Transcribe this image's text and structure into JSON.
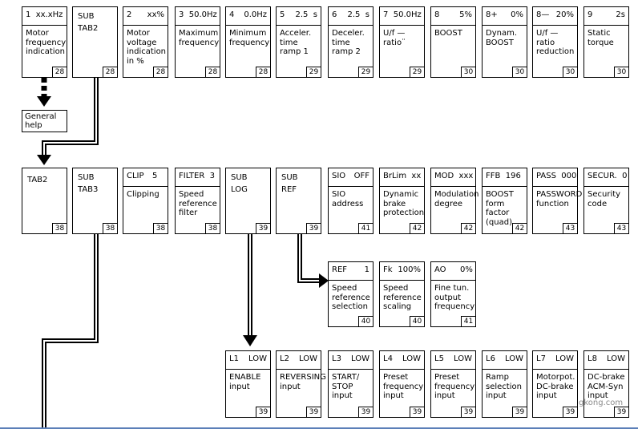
{
  "row1": [
    {
      "id": "motor-frequency-indication",
      "hdr_left": "1  xx.xHz",
      "hdr_right": "",
      "body": "Motor\nfrequency\nindication",
      "page": "28"
    },
    {
      "id": "sub-tab2",
      "type": "sub",
      "line1": "SUB",
      "line2": "TAB2",
      "page": "28"
    },
    {
      "id": "motor-voltage-indication",
      "hdr_left": "2",
      "hdr_right": "xx%",
      "body": "Motor\nvoltage\nindication\nin  %",
      "page": "28"
    },
    {
      "id": "maximum-frequency",
      "hdr_left": "3  50.0Hz",
      "hdr_right": "",
      "body": "Maximum\nfrequency",
      "page": "28"
    },
    {
      "id": "minimum-frequency",
      "hdr_left": "4",
      "hdr_right": "0.0Hz",
      "body": "Minimum\nfrequency",
      "page": "28"
    },
    {
      "id": "acceleration-time-ramp-1",
      "hdr_left": "5",
      "hdr_right": "2.5  s",
      "body": "Acceler.\ntime\nramp  1",
      "page": "29"
    },
    {
      "id": "deceleration-time-ramp-2",
      "hdr_left": "6",
      "hdr_right": "2.5  s",
      "body": "Deceler.\ntime\nramp  2",
      "page": "29"
    },
    {
      "id": "uf-ratio",
      "hdr_left": "7  50.0Hz",
      "hdr_right": "",
      "body": "U/f  —\nratio¨",
      "page": "29"
    },
    {
      "id": "boost",
      "hdr_left": "8",
      "hdr_right": "5%",
      "body": "BOOST",
      "page": "30"
    },
    {
      "id": "dynamic-boost",
      "hdr_left": "8+",
      "hdr_right": "0%",
      "body": "Dynam.\nBOOST",
      "page": "30"
    },
    {
      "id": "uf-ratio-reduction",
      "hdr_left": "8—",
      "hdr_right": "20%",
      "body": "U/f  —\nratio\nreduction",
      "page": "30"
    },
    {
      "id": "static-torque",
      "hdr_left": "9",
      "hdr_right": "2s",
      "body": "Static\ntorque",
      "page": "30"
    }
  ],
  "general_help": "General\nhelp",
  "row2": [
    {
      "id": "tab2",
      "type": "tab",
      "line1": "TAB2",
      "page": "38"
    },
    {
      "id": "sub-tab3",
      "type": "sub",
      "line1": "SUB",
      "line2": "TAB3",
      "page": "38"
    },
    {
      "id": "clipping",
      "hdr_left": "CLIP",
      "hdr_right": "5",
      "hdr_right_inline": true,
      "body": "Clipping",
      "page": "38"
    },
    {
      "id": "speed-reference-filter",
      "hdr_left": "FILTER  3",
      "hdr_right": "",
      "body": "Speed\nreference\nfilter",
      "page": "38"
    },
    {
      "id": "sub-log",
      "type": "sub",
      "line1": "SUB",
      "line2": "LOG",
      "page": "39"
    },
    {
      "id": "sub-ref",
      "type": "sub",
      "line1": "SUB",
      "line2": "REF",
      "page": "39"
    },
    {
      "id": "sio-address",
      "hdr_left": "SIO",
      "hdr_right": "OFF",
      "body": "SIO\naddress",
      "page": "41"
    },
    {
      "id": "dynamic-brake-protection",
      "hdr_left": "BrLim  xx",
      "hdr_right": "",
      "body": "Dynamic\nbrake\nprotection",
      "page": "42"
    },
    {
      "id": "modulation-degree",
      "hdr_left": "MOD  xxx",
      "hdr_right": "",
      "body": "Modulation\ndegree",
      "page": "42"
    },
    {
      "id": "boost-form-factor",
      "hdr_left": "FFB  196",
      "hdr_right": "",
      "body": "BOOST\nform\nfactor\n(quad)",
      "page": "42"
    },
    {
      "id": "password-function",
      "hdr_left": "PASS  000",
      "hdr_right": "",
      "body": "PASSWORD\nfunction",
      "page": "43"
    },
    {
      "id": "security-code",
      "hdr_left": "SECUR.  0",
      "hdr_right": "",
      "body": "Security\ncode",
      "page": "43"
    }
  ],
  "row3": [
    {
      "id": "speed-reference-selection",
      "hdr_left": "REF",
      "hdr_right": "1",
      "body": "Speed\nreference\nselection",
      "page": "40"
    },
    {
      "id": "speed-reference-scaling",
      "hdr_left": "Fk",
      "hdr_right": "100%",
      "body": "Speed\nreference\nscaling",
      "page": "40"
    },
    {
      "id": "fine-tuning-output-frequency",
      "hdr_left": "AO",
      "hdr_right": "0%",
      "hdr_right_inline": true,
      "body": "Fine  tun.\noutput\nfrequency",
      "page": "41"
    }
  ],
  "row4": [
    {
      "id": "enable-input",
      "hdr_left": "L1",
      "hdr_right": "LOW",
      "body": "ENABLE\ninput",
      "page": "39"
    },
    {
      "id": "reversing-input",
      "hdr_left": "L2",
      "hdr_right": "LOW",
      "body": "REVERSING\ninput",
      "page": "39"
    },
    {
      "id": "start-stop-input",
      "hdr_left": "L3",
      "hdr_right": "LOW",
      "body": "START/\nSTOP\ninput",
      "page": "39"
    },
    {
      "id": "preset-frequency-input-l4",
      "hdr_left": "L4",
      "hdr_right": "LOW",
      "body": "Preset\nfrequency\ninput",
      "page": "39"
    },
    {
      "id": "preset-frequency-input-l5",
      "hdr_left": "L5",
      "hdr_right": "LOW",
      "body": "Preset\nfrequency\ninput",
      "page": "39"
    },
    {
      "id": "ramp-selection-input",
      "hdr_left": "L6",
      "hdr_right": "LOW",
      "body": "Ramp\nselection\ninput",
      "page": "39"
    },
    {
      "id": "motorpot-dc-brake-input",
      "hdr_left": "L7",
      "hdr_right": "LOW",
      "body": "Motorpot.\nDC-brake\ninput",
      "page": "39"
    },
    {
      "id": "dc-brake-acm-syn-input",
      "hdr_left": "L8",
      "hdr_right": "LOW",
      "body": "DC-brake\nACM-Syn\ninput",
      "page": "39"
    }
  ],
  "watermark": "gkong.com"
}
